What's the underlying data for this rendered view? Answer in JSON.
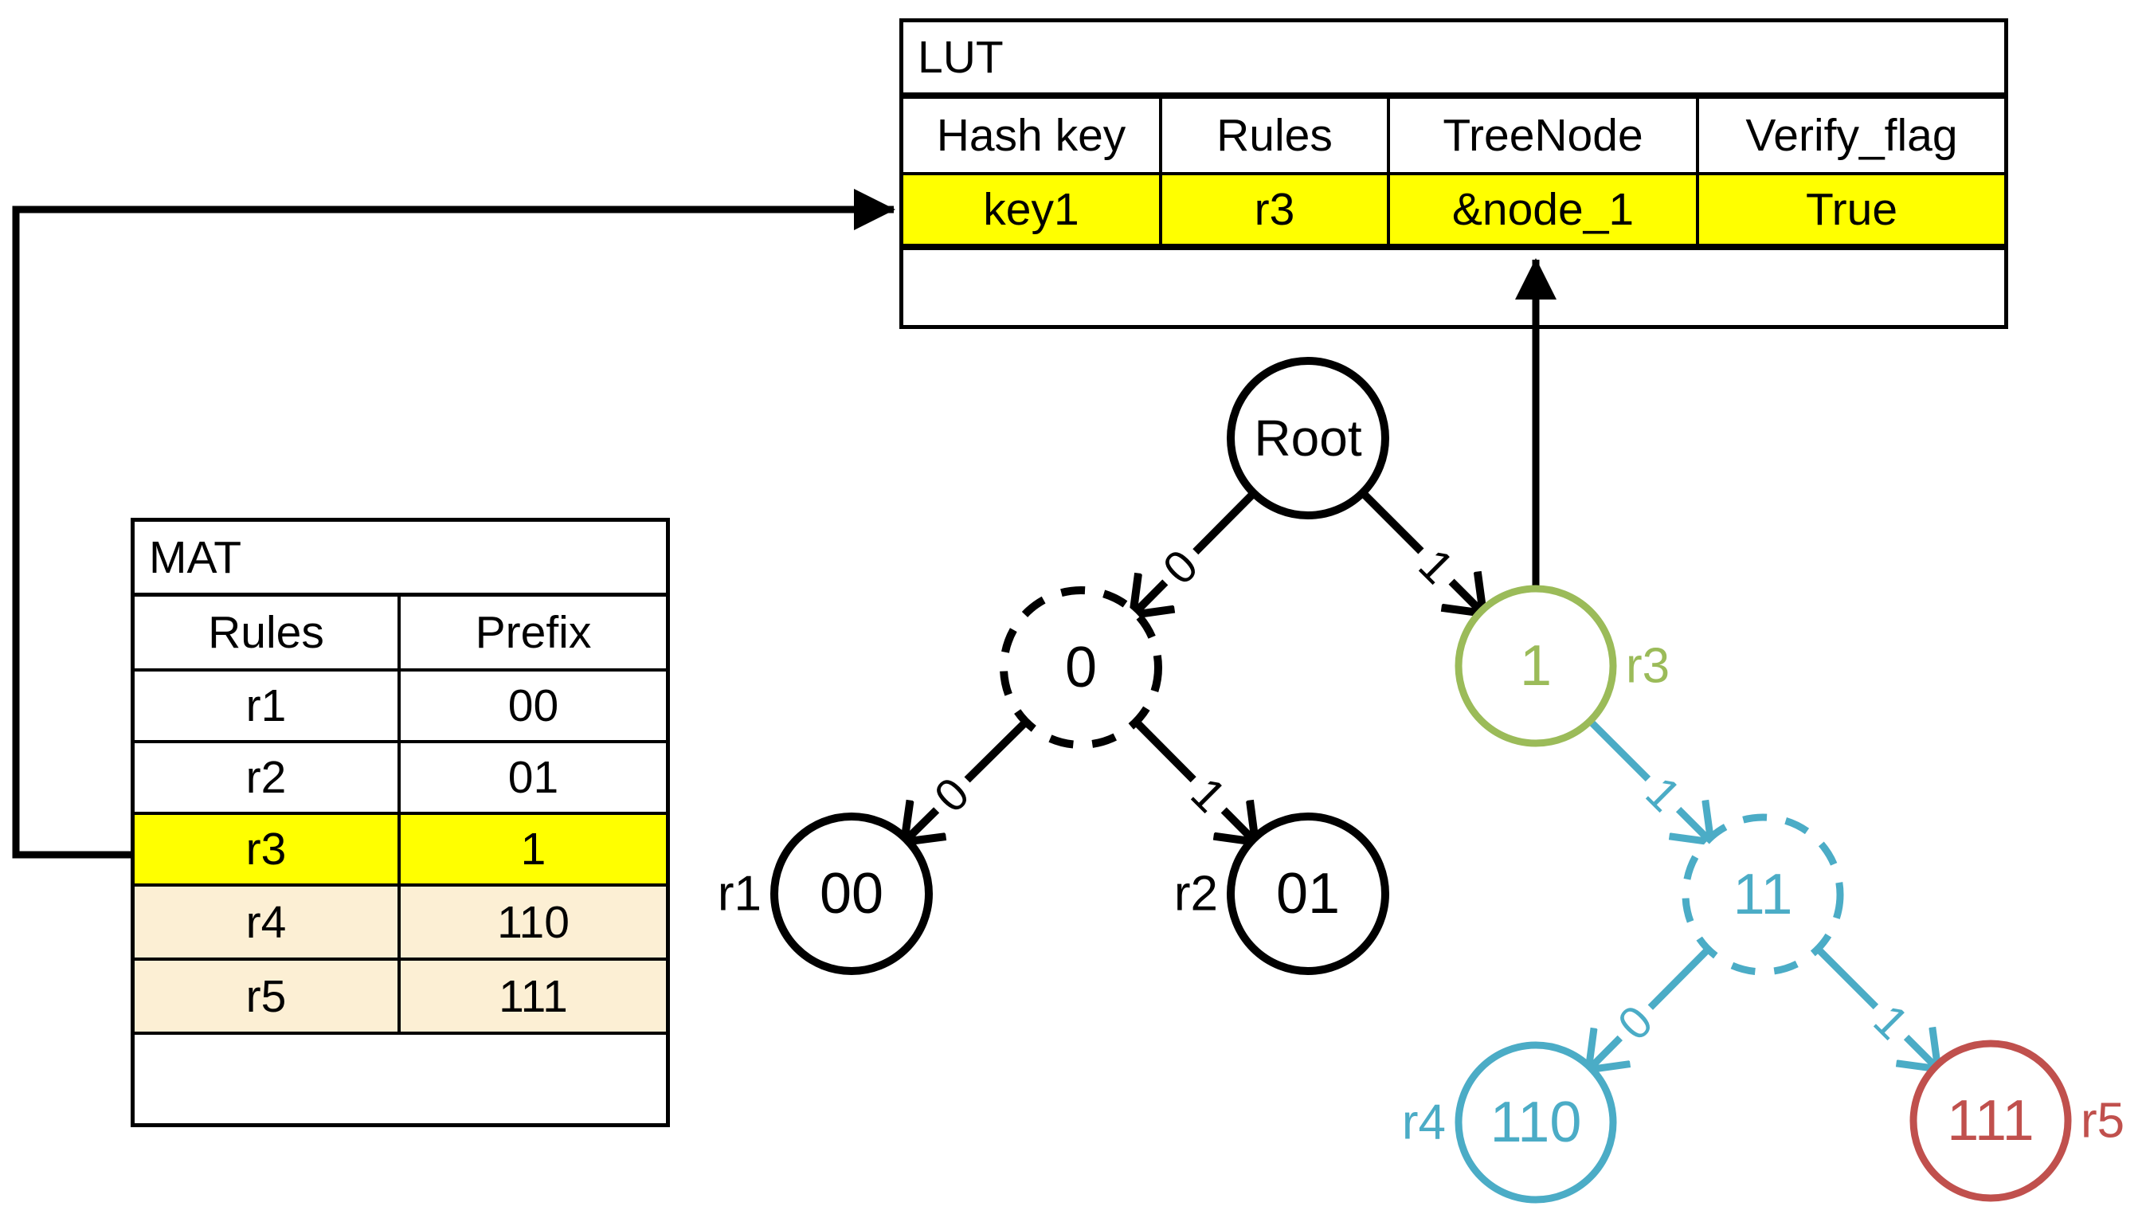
{
  "lut": {
    "title": "LUT",
    "headers": [
      "Hash key",
      "Rules",
      "TreeNode",
      "Verify_flag"
    ],
    "row": [
      "key1",
      "r3",
      "&node_1",
      "True"
    ]
  },
  "mat": {
    "title": "MAT",
    "headers": [
      "Rules",
      "Prefix"
    ],
    "rows": [
      [
        "r1",
        "00"
      ],
      [
        "r2",
        "01"
      ],
      [
        "r3",
        "1"
      ],
      [
        "r4",
        "110"
      ],
      [
        "r5",
        "111"
      ]
    ]
  },
  "tree": {
    "nodes": {
      "root": "Root",
      "n0": "0",
      "n1": "1",
      "n00": "00",
      "n01": "01",
      "n11": "11",
      "n110": "110",
      "n111": "111"
    },
    "side_labels": {
      "r1": "r1",
      "r2": "r2",
      "r3": "r3",
      "r4": "r4",
      "r5": "r5"
    },
    "edges": {
      "root_0": "0",
      "root_1": "1",
      "n0_00": "0",
      "n0_01": "1",
      "n1_11": "1",
      "n11_110": "0",
      "n11_111": "1"
    }
  },
  "colors": {
    "highlight_yellow": "#FFFF00",
    "highlight_cream": "#FCEFD4",
    "node_green": "#9BBB59",
    "node_blue": "#4BACC6",
    "node_red": "#C0504D",
    "line_black": "#000000"
  }
}
